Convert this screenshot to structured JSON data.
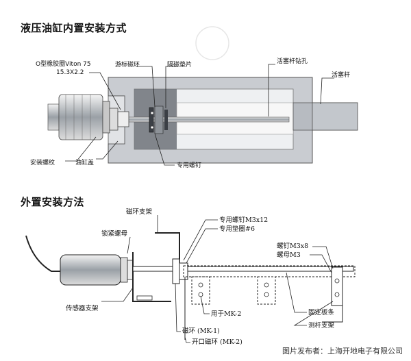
{
  "section1": {
    "title": "液压油缸内置安装方式",
    "labels": {
      "oring": "O型橡胶圈Viton 75",
      "oring_size": "15.3X2.2",
      "vernier_ring": "游标磁环",
      "spacer": "隔磁垫片",
      "rod_bore": "活塞杆钻孔",
      "piston_rod": "活塞杆",
      "mount_thread": "安装螺纹",
      "cylinder_cap": "油缸盖",
      "special_screw": "专用螺钉"
    }
  },
  "section2": {
    "title": "外置安装方法",
    "labels": {
      "ring_bracket": "磁环支架",
      "lock_nut": "锁紧螺母",
      "screw_m3x12": "专用螺钉M3x12",
      "washer": "专用垫圈#6",
      "screw_m3x8": "螺钉M3x8",
      "nut_m3": "螺母M3",
      "for_mk2": "用于MK-2",
      "fixing_plate": "固定板条",
      "rod_bracket": "测杆支架",
      "sensor_bracket": "传感器支架",
      "ring_mk1": "磁环 (MK-1)",
      "open_ring_mk2": "开口磁环 (MK-2)"
    }
  },
  "credit": "图片发布者：上海开地电子有限公司",
  "colors": {
    "cylinder_body": "#c9ccd1",
    "cylinder_dark": "#6d7279",
    "cavity": "#eef0f2",
    "line": "#222222"
  }
}
